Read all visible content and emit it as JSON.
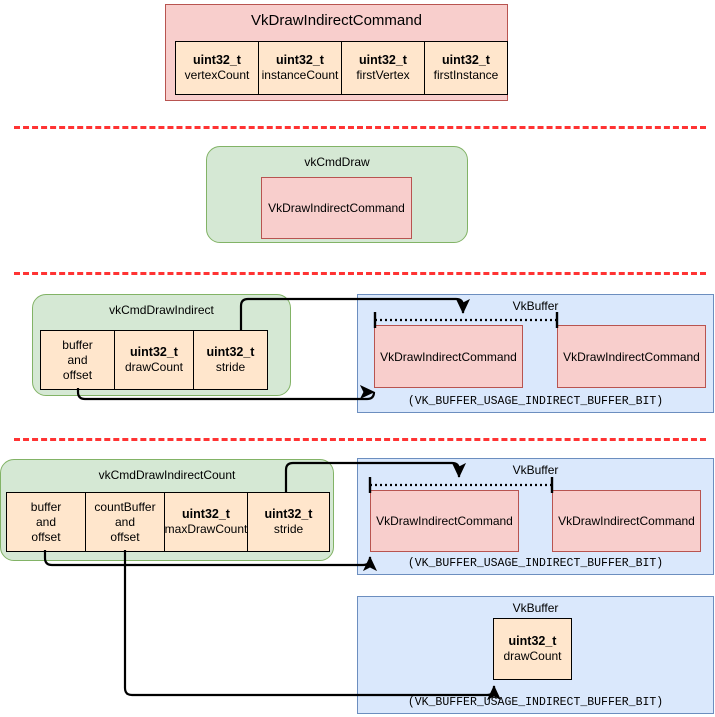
{
  "diagram": {
    "title": "Vulkan indirect draw command structures",
    "colors": {
      "pink_fill": "#f8cecc",
      "pink_stroke": "#b85450",
      "peach_fill": "#ffe6cc",
      "peach_stroke": "#000000",
      "green_fill": "#d5e8d4",
      "green_stroke": "#82b366",
      "blue_fill": "#dae8fc",
      "blue_stroke": "#6c8ebf",
      "divider": "#ff3333",
      "connector": "#000000"
    }
  },
  "struct_section": {
    "title": "VkDrawIndirectCommand",
    "fields": [
      {
        "type": "uint32_t",
        "name": "vertexCount"
      },
      {
        "type": "uint32_t",
        "name": "instanceCount"
      },
      {
        "type": "uint32_t",
        "name": "firstVertex"
      },
      {
        "type": "uint32_t",
        "name": "firstInstance"
      }
    ]
  },
  "draw_section": {
    "command": "vkCmdDraw",
    "inline_struct": "VkDrawIndirectCommand"
  },
  "indirect_section": {
    "command": "vkCmdDrawIndirect",
    "params": [
      {
        "type": "",
        "name": "buffer and offset",
        "lines": [
          "buffer",
          "and",
          "offset"
        ]
      },
      {
        "type": "uint32_t",
        "name": "drawCount",
        "lines": []
      },
      {
        "type": "uint32_t",
        "name": "stride",
        "lines": []
      }
    ],
    "buffer": {
      "title": "VkBuffer",
      "usage": "(VK_BUFFER_USAGE_INDIRECT_BUFFER_BIT)",
      "commands": [
        "VkDrawIndirectCommand",
        "VkDrawIndirectCommand"
      ],
      "stride_marker": "stride-span"
    }
  },
  "indirect_count_section": {
    "command": "vkCmdDrawIndirectCount",
    "params": [
      {
        "type": "",
        "name": "buffer and offset",
        "lines": [
          "buffer",
          "and",
          "offset"
        ]
      },
      {
        "type": "",
        "name": "countBuffer and offset",
        "lines": [
          "countBuffer",
          "and",
          "offset"
        ]
      },
      {
        "type": "uint32_t",
        "name": "maxDrawCount",
        "lines": []
      },
      {
        "type": "uint32_t",
        "name": "stride",
        "lines": []
      }
    ],
    "draw_buffer": {
      "title": "VkBuffer",
      "usage": "(VK_BUFFER_USAGE_INDIRECT_BUFFER_BIT)",
      "commands": [
        "VkDrawIndirectCommand",
        "VkDrawIndirectCommand"
      ],
      "stride_marker": "stride-span"
    },
    "count_buffer": {
      "title": "VkBuffer",
      "usage": "(VK_BUFFER_USAGE_INDIRECT_BUFFER_BIT)",
      "field": {
        "type": "uint32_t",
        "name": "drawCount"
      }
    }
  }
}
